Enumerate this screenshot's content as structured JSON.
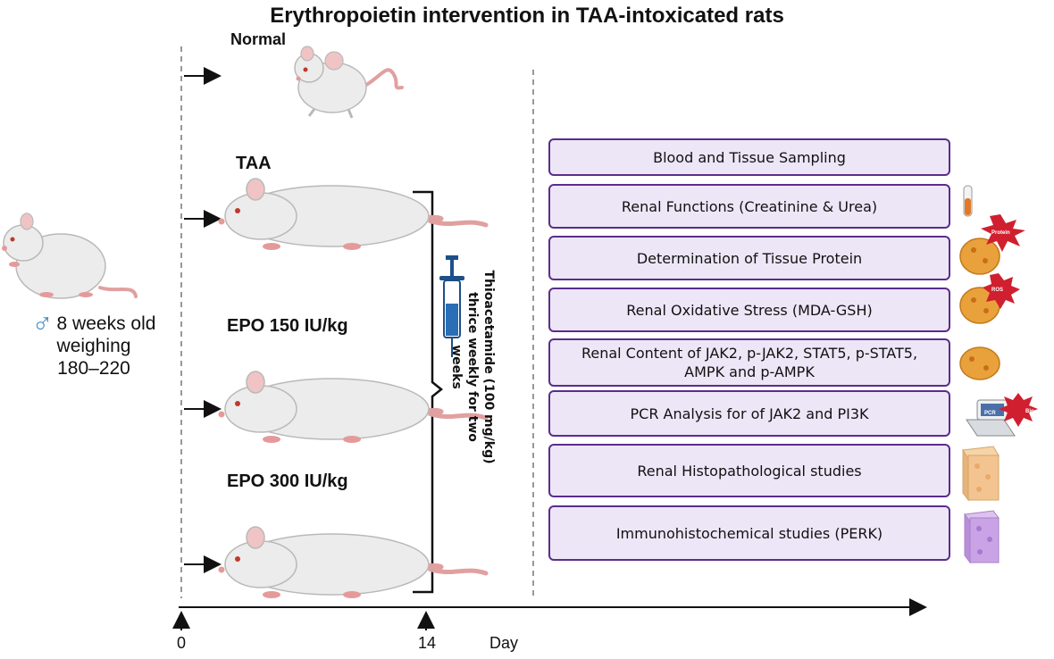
{
  "title": "Erythropoietin intervention in TAA-intoxicated rats",
  "animal": {
    "male_symbol": "♂",
    "description_lines": [
      "8 weeks old",
      "weighing",
      "180–220"
    ]
  },
  "groups": [
    {
      "label": "Normal"
    },
    {
      "label": "TAA"
    },
    {
      "label": "EPO 150 IU/kg"
    },
    {
      "label": "EPO 300 IU/kg"
    }
  ],
  "treatment": {
    "label_lines": [
      "Thioacetamide (100 mg/kg)",
      "thrice weekly for two",
      "weeks"
    ]
  },
  "measurements": [
    {
      "label": "Blood and Tissue Sampling"
    },
    {
      "label": "Renal Functions  (Creatinine & Urea)"
    },
    {
      "label": "Determination of Tissue Protein"
    },
    {
      "label": "Renal Oxidative Stress (MDA-GSH)"
    },
    {
      "label": "Renal Content of JAK2, p-JAK2, STAT5, p-STAT5, AMPK and p-AMPK"
    },
    {
      "label": "PCR Analysis for of JAK2 and PI3K"
    },
    {
      "label": "Renal Histopathological studies"
    },
    {
      "label": "Immunohistochemical studies (PERK)"
    }
  ],
  "timeline": {
    "start_tick": "0",
    "end_tick": "14",
    "axis_label": "Day"
  },
  "icon_tags": {
    "protein": "Protein",
    "ros": "ROS",
    "pcr": "PCR",
    "bio": "Bio"
  },
  "colors": {
    "box_border": "#5a2d8c",
    "box_fill": "#ede6f7",
    "rat_body": "#ececec",
    "rat_tail": "#e7a3a3",
    "syringe": "#2a6fb5",
    "male_symbol": "#4a90c8"
  }
}
